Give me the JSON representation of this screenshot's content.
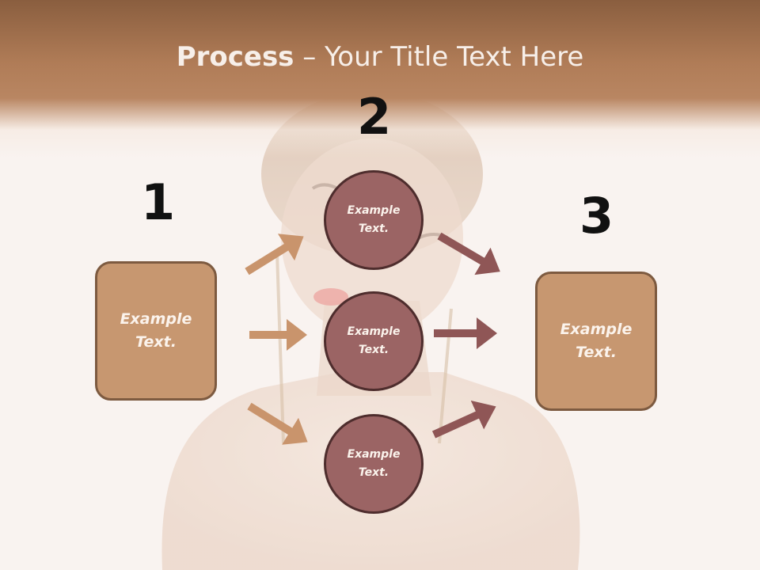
{
  "title": {
    "bold": "Process",
    "rest": " – Your Title Text Here"
  },
  "steps": [
    {
      "number": "1",
      "text": "Example\nText."
    },
    {
      "number": "2",
      "items": [
        "Example\nText.",
        "Example\nText.",
        "Example\nText."
      ]
    },
    {
      "number": "3",
      "text": "Example\nText."
    }
  ],
  "colors": {
    "header": "#b07c57",
    "box_fill": "#c79770",
    "box_border": "#7d5a40",
    "circle_fill": "#9b6464",
    "circle_border": "#4e2d2d",
    "arrow_left": "#c9946c",
    "arrow_right": "#8f5656"
  }
}
